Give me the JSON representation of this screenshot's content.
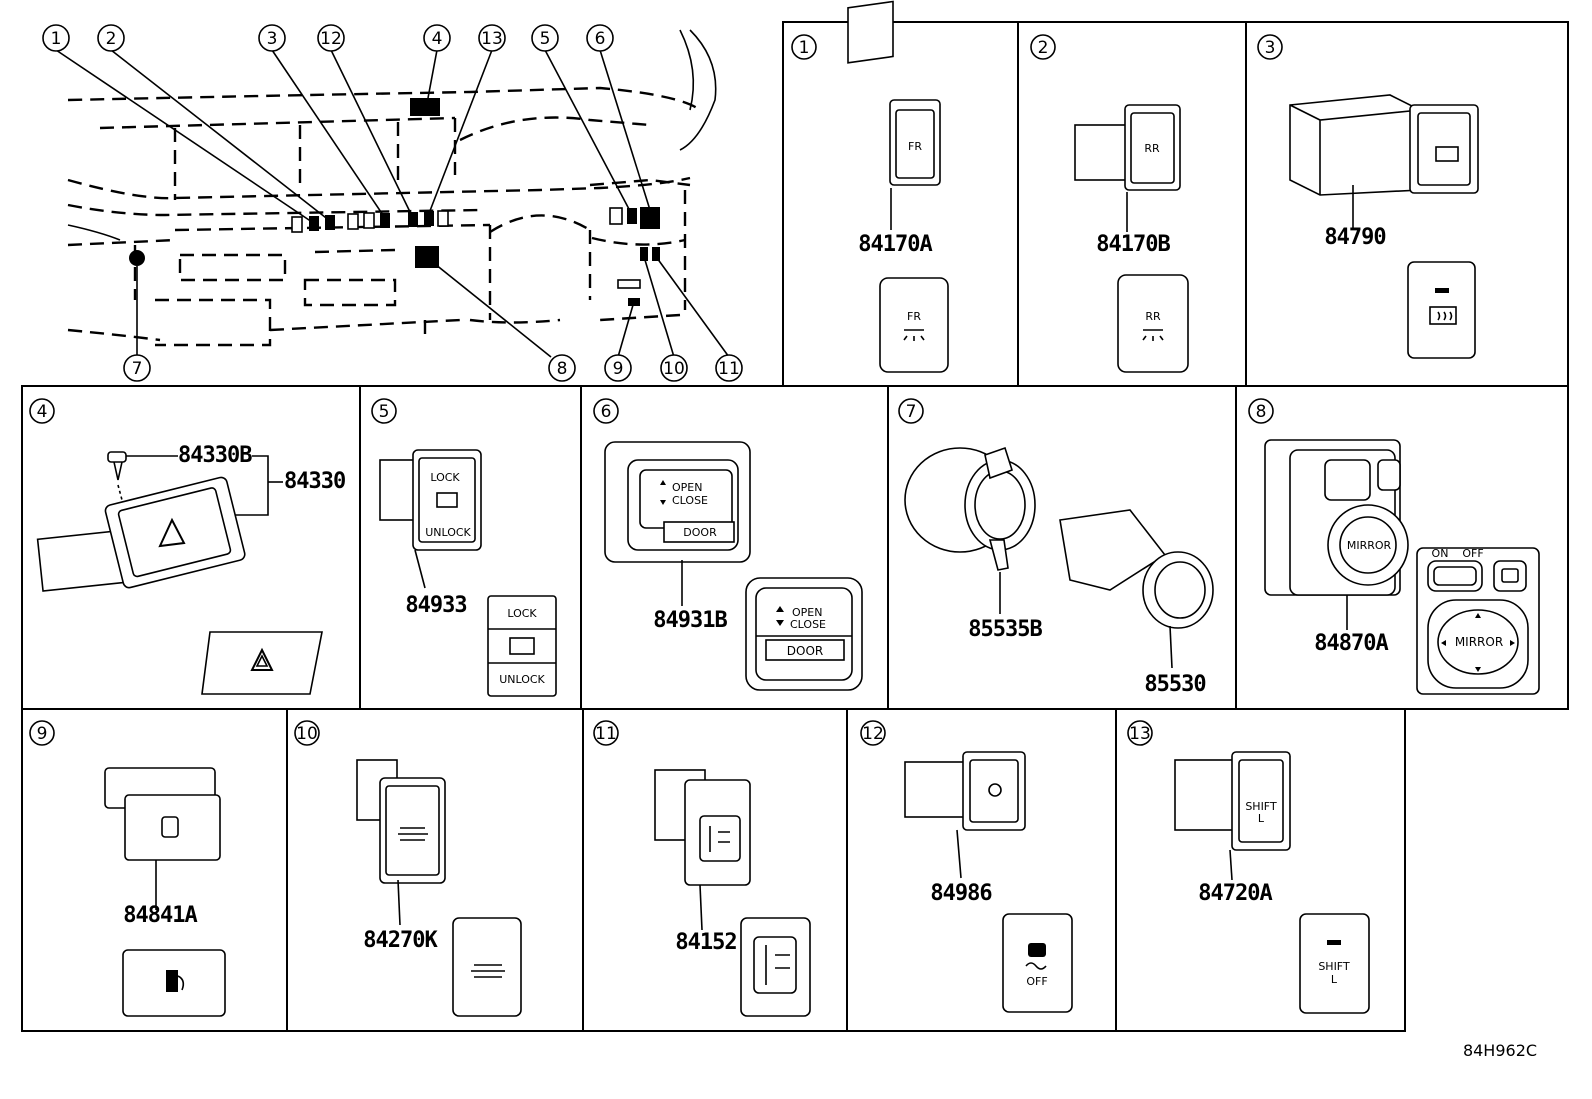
{
  "overview": {
    "callouts": [
      "1",
      "2",
      "3",
      "12",
      "4",
      "13",
      "5",
      "6",
      "7",
      "8",
      "9",
      "10",
      "11"
    ]
  },
  "panels": [
    {
      "number": "1",
      "part": "84170A",
      "face": "FR"
    },
    {
      "number": "2",
      "part": "84170B",
      "face": "RR"
    },
    {
      "number": "3",
      "part": "84790"
    },
    {
      "number": "4",
      "part_sub": "84330B",
      "part": "84330"
    },
    {
      "number": "5",
      "part": "84933",
      "face_top": "LOCK",
      "face_bottom": "UNLOCK"
    },
    {
      "number": "6",
      "part": "84931B",
      "face_top": "OPEN",
      "face_mid": "CLOSE",
      "face_bottom": "DOOR"
    },
    {
      "number": "7",
      "part": "85535B",
      "part2": "85530"
    },
    {
      "number": "8",
      "part": "84870A",
      "face_on": "ON",
      "face_off": "OFF",
      "face_mirror": "MIRROR"
    },
    {
      "number": "9",
      "part": "84841A"
    },
    {
      "number": "10",
      "part": "84270K"
    },
    {
      "number": "11",
      "part": "84152"
    },
    {
      "number": "12",
      "part": "84986",
      "face": "OFF"
    },
    {
      "number": "13",
      "part": "84720A",
      "face_top": "SHIFT",
      "face_bottom": "L"
    }
  ],
  "reference_code": "84H962C"
}
